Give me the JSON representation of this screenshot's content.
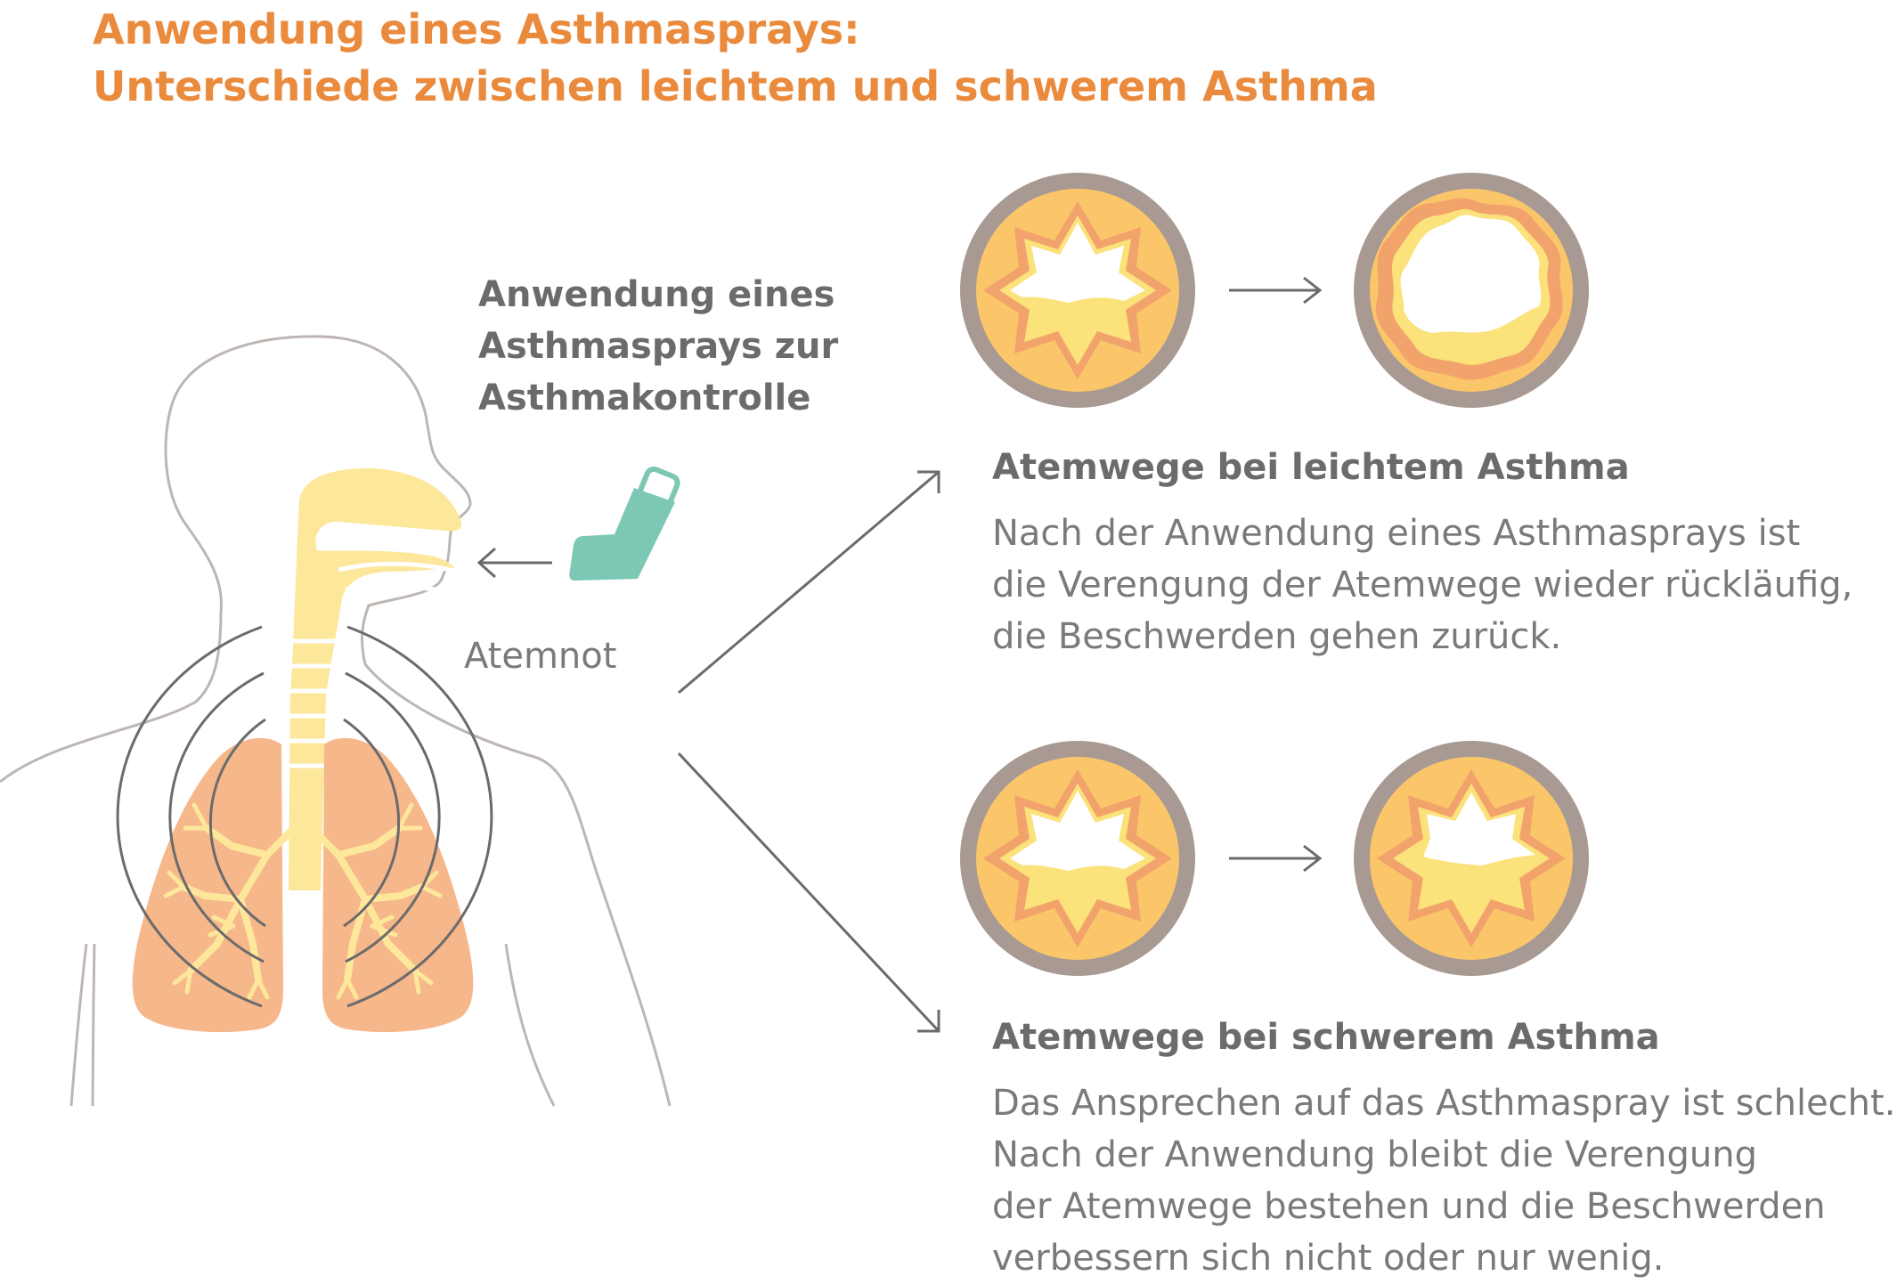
{
  "header": {
    "title_line1": "Anwendung eines Asthmasprays:",
    "title_line2": "Unterschiede zwischen leichtem und schwerem Asthma"
  },
  "spray_label": {
    "line1": "Anwendung eines",
    "line2": "Asthmasprays zur",
    "line3": "Asthmakontrolle"
  },
  "breathlessness_label": "Atemnot",
  "mild": {
    "heading": "Atemwege bei leichtem Asthma",
    "lines": [
      "Nach der Anwendung eines Asthmasprays ist",
      "die Verengung der Atemwege wieder rückläufig,",
      "die Beschwerden gehen zurück."
    ]
  },
  "severe": {
    "heading": "Atemwege bei schwerem Asthma",
    "lines": [
      "Das Ansprechen auf das Asthmaspray ist schlecht.",
      "Nach der Anwendung bleibt die Verengung",
      "der Atemwege bestehen und die Beschwerden",
      "verbessern sich nicht oder nur wenig."
    ]
  },
  "colors": {
    "title": "#ea8a3c",
    "text_dark": "#6b6b6b",
    "text_light": "#7a7a7a",
    "lung": "#f6b78b",
    "airway_yellow": "#fde79b",
    "inhaler": "#7cc8b5",
    "airway_wall": "#a89a92",
    "airway_tissue": "#fbc66a",
    "airway_lining": "#f2a36c",
    "mucus": "#fbe27a"
  },
  "icons": [
    "inhaler-icon",
    "lungs-icon",
    "human-outline-icon",
    "airway-cross-section-icon",
    "arrow-icon"
  ]
}
